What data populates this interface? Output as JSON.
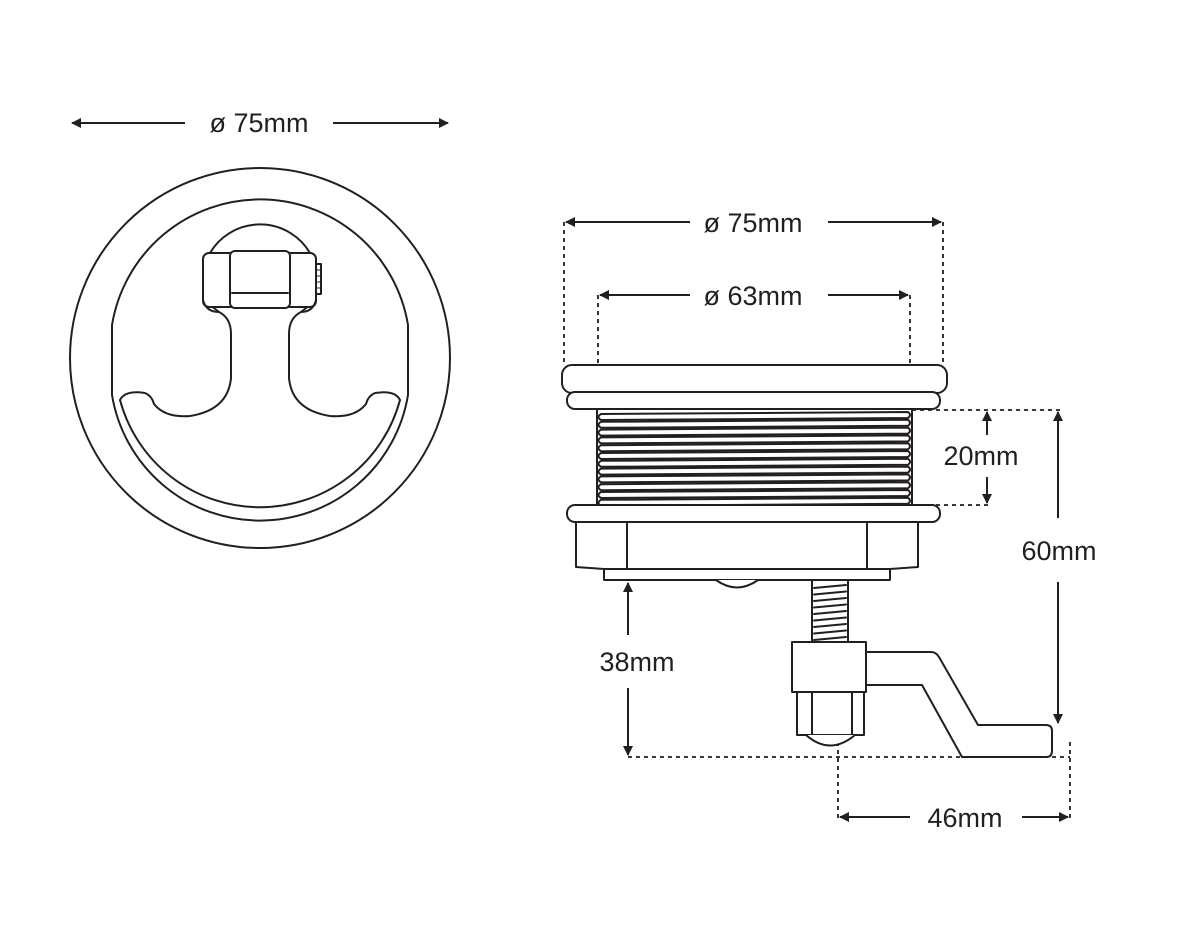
{
  "front_view": {
    "diameter_label": "ø 75mm"
  },
  "side_view": {
    "outer_diameter_label": "ø 75mm",
    "thread_diameter_label": "ø 63mm",
    "thread_length_label": "20mm",
    "total_height_label": "60mm",
    "under_depth_label": "38mm",
    "cam_reach_label": "46mm"
  },
  "colors": {
    "line": "#231f20",
    "background": "#ffffff"
  }
}
